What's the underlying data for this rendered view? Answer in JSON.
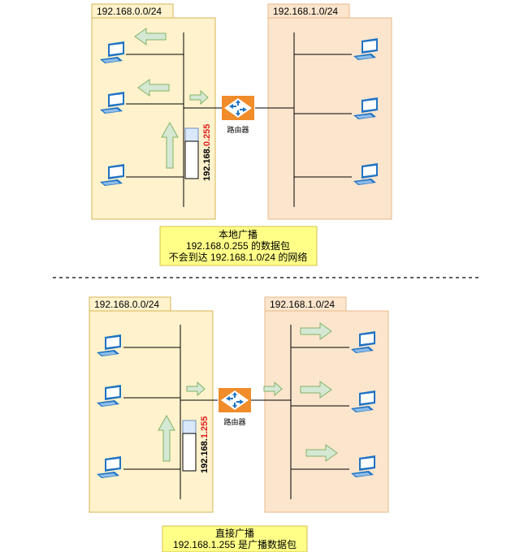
{
  "top": {
    "left_subnet_label": "192.168.0.0/24",
    "right_subnet_label": "192.168.1.0/24",
    "router_label": "路由器",
    "packet": {
      "prefix": "192.168.",
      "highlight": "0.255"
    },
    "caption": [
      "本地广播",
      "192.168.0.255 的数据包",
      "不会到达 192.168.1.0/24 的网络"
    ]
  },
  "bottom": {
    "left_subnet_label": "192.168.0.0/24",
    "right_subnet_label": "192.168.1.0/24",
    "router_label": "路由器",
    "packet": {
      "prefix": "192.168.",
      "highlight": "1.255"
    },
    "caption": [
      "直接广播",
      "192.168.1.255 是广播数据包"
    ]
  },
  "colors": {
    "left_subnet_fill": "#fff2cc",
    "left_subnet_stroke": "#d6b656",
    "right_subnet_fill": "#fce5cd",
    "right_subnet_stroke": "#e6b98a",
    "caption_fill": "#ffff88",
    "caption_stroke": "#d4c24d",
    "arrow_fill": "#d5e8d4",
    "arrow_stroke": "#82b366",
    "router_fill": "#f08c2a",
    "highlight_red": "#e02020",
    "pc_blue": "#1f73c4"
  },
  "icons": [
    "pc-icon",
    "router-icon",
    "arrow-icon"
  ]
}
